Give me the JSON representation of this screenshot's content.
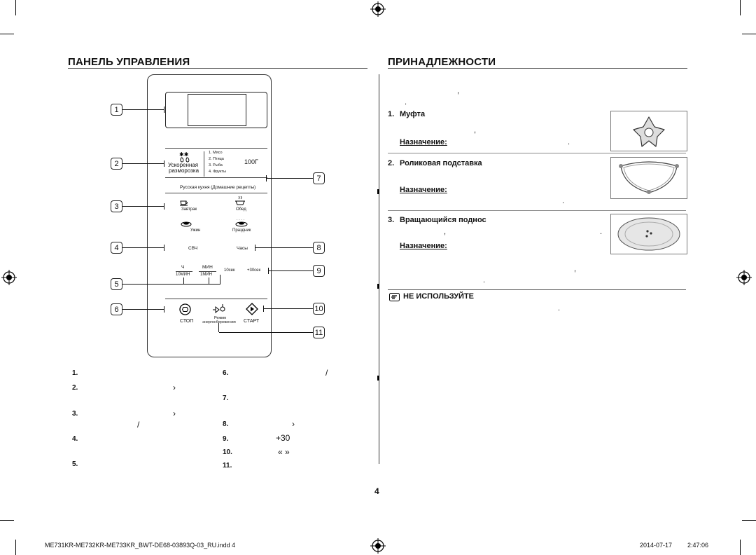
{
  "page_number": "4",
  "footer": {
    "file": "ME731KR-ME732KR-ME733KR_BWT-DE68-03893Q-03_RU.indd   4",
    "date": "2014-07-17",
    "time": "2:47:06"
  },
  "left": {
    "title": "ПАНЕЛЬ УПРАВЛЕНИЯ",
    "panel": {
      "defrost_label1": "Ускоренная",
      "defrost_label2": "разморозка",
      "defrost_items": [
        "1. Мясо",
        "2. Птица",
        "3. Рыба",
        "4. Фрукты"
      ],
      "weight": "100Г",
      "recipes_header": "Русская кухня (Домашние рецепты)",
      "breakfast": "Завтрак",
      "lunch": "Обед",
      "dinner": "Ужин",
      "holiday": "Праздник",
      "microwave": "СВЧ",
      "clock": "Часы",
      "hour": "Ч",
      "min": "МИН",
      "sec10": "10сек",
      "sec30": "+30сек",
      "min10": "10МИН",
      "min1": "1МИН",
      "stop": "СТОП",
      "eco1": "Режим",
      "eco2": "энергосбережения",
      "start": "СТАРТ"
    },
    "callouts": [
      "1",
      "2",
      "3",
      "4",
      "5",
      "6",
      "7",
      "8",
      "9",
      "10",
      "11"
    ],
    "legend_left": [
      {
        "num": "1.",
        "text": ""
      },
      {
        "num": "2.",
        "text": "›"
      },
      {
        "num": "3.",
        "text": "›"
      },
      {
        "num": "",
        "text": "/"
      },
      {
        "num": "4.",
        "text": ""
      },
      {
        "num": "5.",
        "text": ""
      }
    ],
    "legend_right": [
      {
        "num": "6.",
        "text": "/"
      },
      {
        "num": "7.",
        "text": ""
      },
      {
        "num": "8.",
        "text": "›"
      },
      {
        "num": "9.",
        "text": "+30"
      },
      {
        "num": "10.",
        "text": "«         »"
      },
      {
        "num": "11.",
        "text": ""
      }
    ]
  },
  "right": {
    "title": "ПРИНАДЛЕЖНОСТИ",
    "item1": {
      "num": "1.",
      "name": "Муфта",
      "purpose": "Назначение:"
    },
    "item2": {
      "num": "2.",
      "name": "Роликовая подставка",
      "purpose": "Назначение:"
    },
    "item3": {
      "num": "3.",
      "name": "Вращающийся поднос",
      "purpose": "Назначение:"
    },
    "warning": "НЕ ИСПОЛЬЗУЙТЕ"
  }
}
